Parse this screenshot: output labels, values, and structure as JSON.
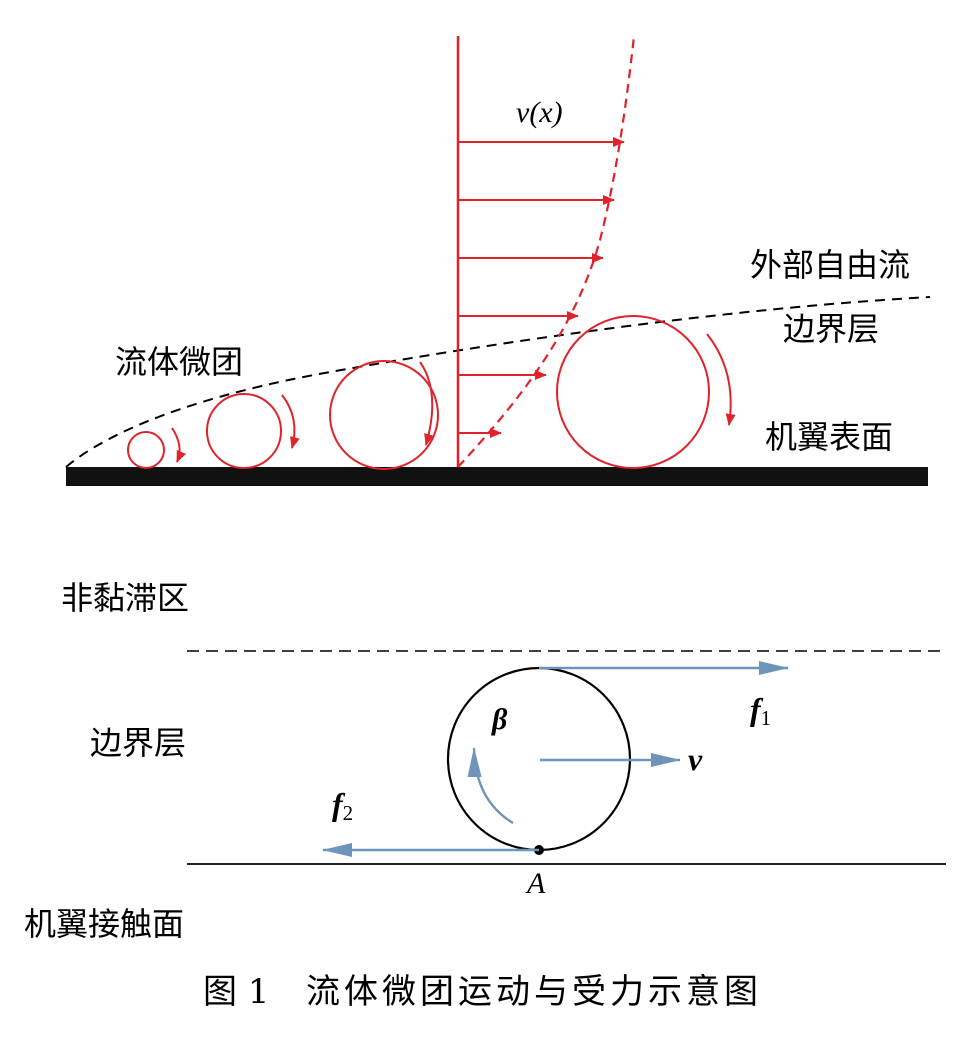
{
  "colors": {
    "accent_red": "#e0232a",
    "force_blue": "#6e95b9",
    "ink": "#000000",
    "surface": "#111111"
  },
  "top": {
    "velocity_label": "v(x)",
    "outer_flow_label": "外部自由流",
    "boundary_layer_label": "边界层",
    "fluid_parcel_label": "流体微团",
    "wing_surface_label": "机翼表面"
  },
  "bottom": {
    "non_viscous_label": "非黏滞区",
    "boundary_layer_label": "边界层",
    "contact_surface_label": "机翼接触面",
    "point_label": "A",
    "beta_label": "β",
    "velocity_label": "v",
    "f1_base": "f",
    "f1_sub": "1",
    "f2_base": "f",
    "f2_sub": "2"
  },
  "caption": {
    "figure_number": "图 1",
    "title": "流体微团运动与受力示意图"
  }
}
